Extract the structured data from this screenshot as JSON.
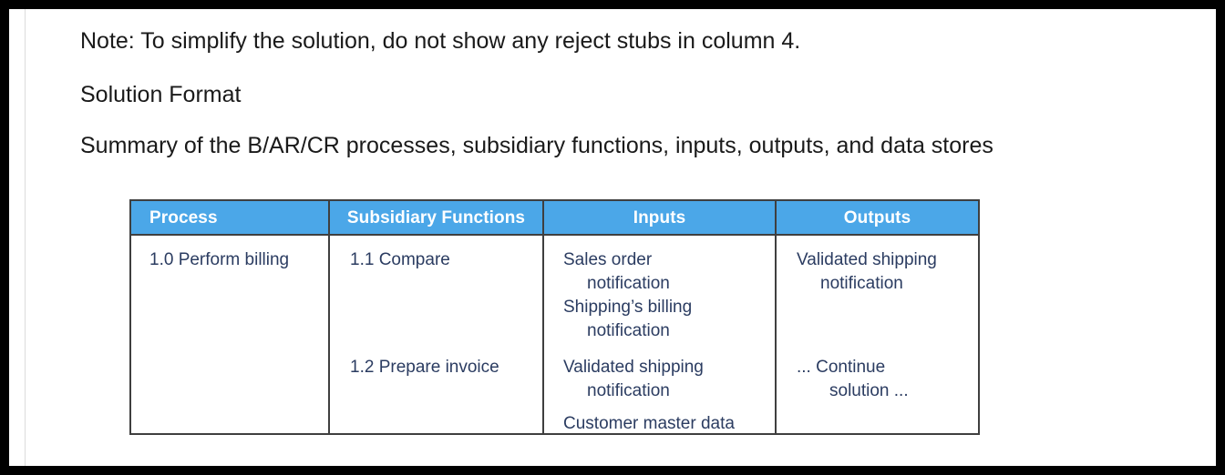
{
  "document": {
    "paragraphs": [
      {
        "id": "note",
        "text": "Note: To simplify the solution, do not show any reject stubs in column 4."
      },
      {
        "id": "solution_format",
        "text": "Solution Format"
      },
      {
        "id": "summary",
        "text": "Summary of the B/AR/CR processes, subsidiary functions, inputs, outputs, and data stores"
      }
    ]
  },
  "table": {
    "header_background": "#4BA7E8",
    "header_text_color": "#FFFFFF",
    "body_text_color": "#2B3C61",
    "border_color": "#3F3F3F",
    "columns": [
      {
        "key": "process",
        "label": "Process"
      },
      {
        "key": "subsidiary_functions",
        "label": "Subsidiary Functions"
      },
      {
        "key": "inputs",
        "label": "Inputs"
      },
      {
        "key": "outputs",
        "label": "Outputs"
      }
    ],
    "cells": {
      "process": {
        "line1": "1.0 Perform billing"
      },
      "subsidiary_functions": {
        "group1_line1": "1.1  Compare",
        "group2_line1": "1.2  Prepare invoice"
      },
      "inputs": {
        "group1_line1": "Sales order",
        "group1_line2": "notification",
        "group1_line3": "Shipping’s billing",
        "group1_line4": "notification",
        "group2_line1": "Validated shipping",
        "group2_line2": "notification",
        "group3_line1": "Customer master data"
      },
      "outputs": {
        "group1_line1": "Validated shipping",
        "group1_line2": "notification",
        "group2_line1": "... Continue",
        "group2_line2": "solution ..."
      }
    }
  }
}
